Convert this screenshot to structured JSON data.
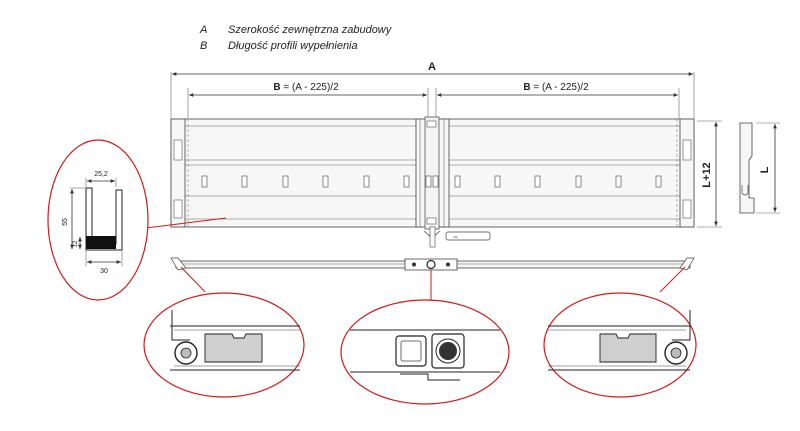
{
  "legend": [
    {
      "key": "A",
      "text": "Szerokość zewnętrzna zabudowy"
    },
    {
      "key": "B",
      "text": "Długość profili wypełnienia"
    }
  ],
  "dimensions": {
    "a_label": "A",
    "b_left_bold": "B",
    "b_left_formula": " = (A - 225)/2",
    "b_right_bold": "B",
    "b_right_formula": " = (A - 225)/2",
    "height_l12": "L+12",
    "height_l": "L"
  },
  "profile_section": {
    "dim_top": "25,2",
    "dim_height": "55",
    "dim_small": "12",
    "dim_width": "30"
  },
  "colors": {
    "callout_stroke": "#d01a1a",
    "insert_fill": "#cfcfcf",
    "line": "#333333"
  },
  "icons": [
    "callout-left-end-detail",
    "callout-center-joint-detail",
    "callout-right-end-detail",
    "profile-cross-section"
  ]
}
